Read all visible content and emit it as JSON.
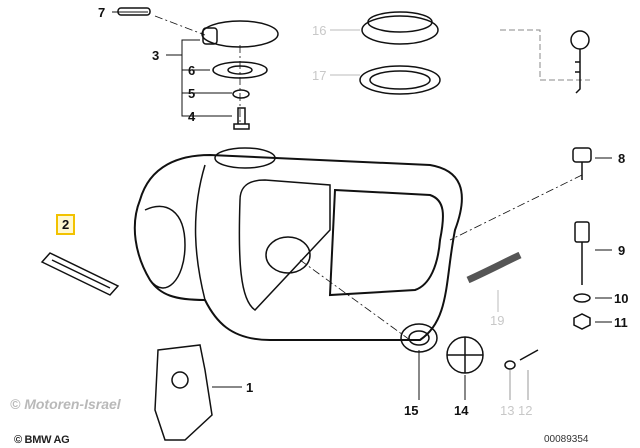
{
  "diagram": {
    "callouts": [
      {
        "id": "7",
        "label": "7",
        "style": "normal"
      },
      {
        "id": "3",
        "label": "3",
        "style": "normal"
      },
      {
        "id": "6",
        "label": "6",
        "style": "normal"
      },
      {
        "id": "5",
        "label": "5",
        "style": "normal"
      },
      {
        "id": "4",
        "label": "4",
        "style": "normal"
      },
      {
        "id": "16",
        "label": "16",
        "style": "gray"
      },
      {
        "id": "17",
        "label": "17",
        "style": "gray"
      },
      {
        "id": "8",
        "label": "8",
        "style": "normal"
      },
      {
        "id": "2",
        "label": "2",
        "style": "highlighted"
      },
      {
        "id": "9",
        "label": "9",
        "style": "normal"
      },
      {
        "id": "10",
        "label": "10",
        "style": "normal"
      },
      {
        "id": "11",
        "label": "11",
        "style": "normal"
      },
      {
        "id": "19",
        "label": "19",
        "style": "gray"
      },
      {
        "id": "1",
        "label": "1",
        "style": "normal"
      },
      {
        "id": "15",
        "label": "15",
        "style": "normal"
      },
      {
        "id": "14",
        "label": "14",
        "style": "normal"
      },
      {
        "id": "13",
        "label": "13",
        "style": "gray"
      },
      {
        "id": "12",
        "label": "12",
        "style": "gray"
      }
    ],
    "watermark": "© Motoren-Israel",
    "copyright": "© BMW AG",
    "diagram_number": "00089354",
    "highlight_color": "#f2c200"
  }
}
